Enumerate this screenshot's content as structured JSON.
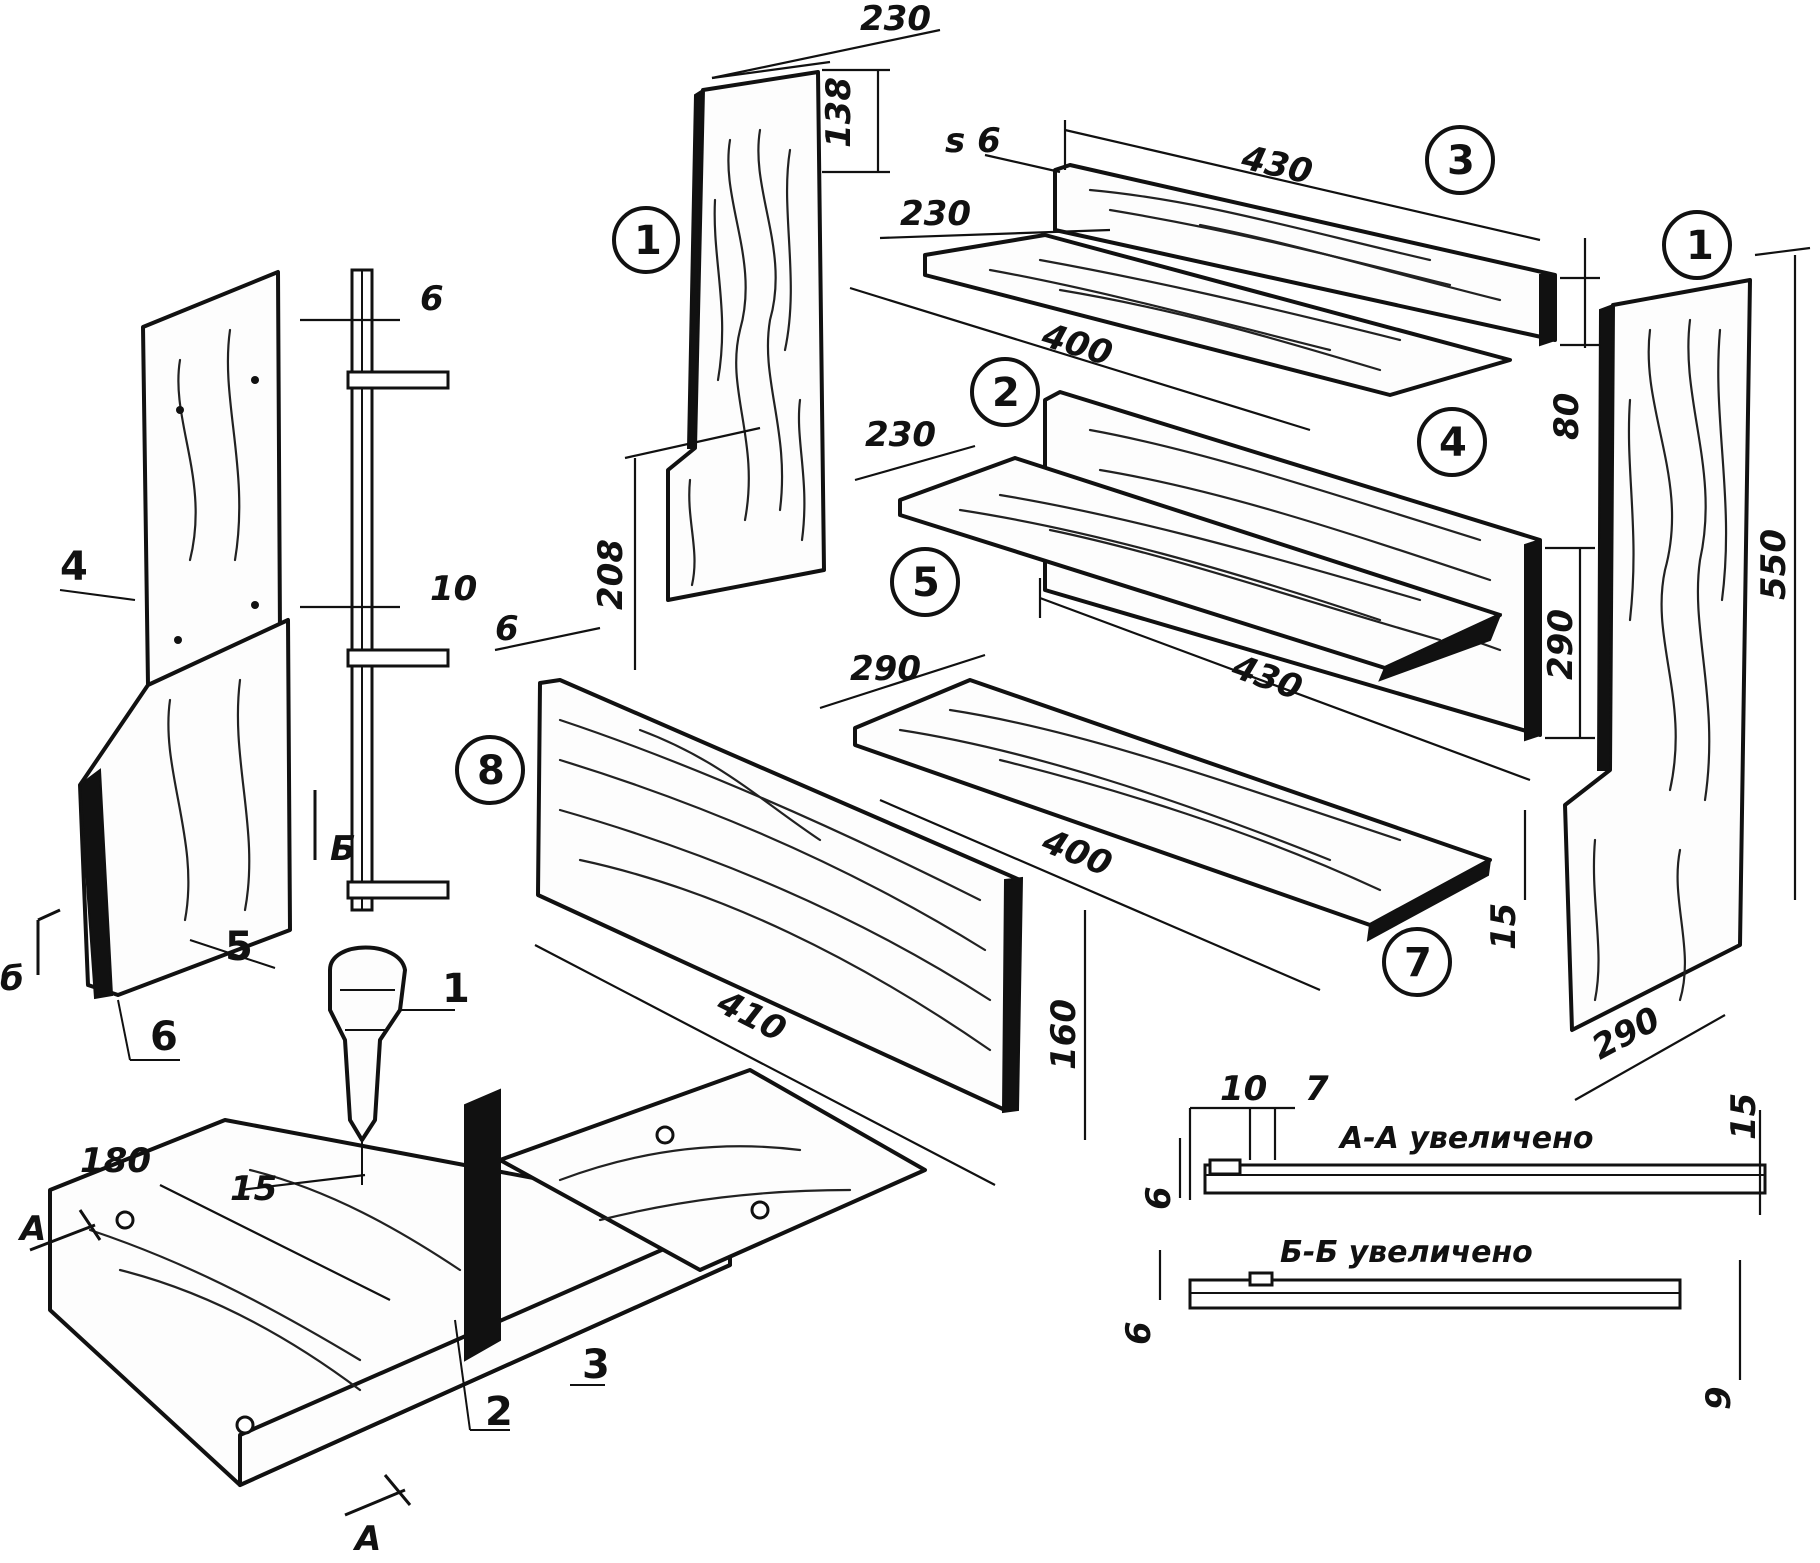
{
  "callouts": {
    "c1_left": "1",
    "c1_right": "1",
    "c2": "2",
    "c3": "3",
    "c4": "4",
    "c5": "5",
    "c7": "7",
    "c8": "8"
  },
  "dimensions": {
    "d230_top": "230",
    "d138": "138",
    "d208": "208",
    "s6": "s 6",
    "d430_top": "430",
    "d230_shelf4": "230",
    "d400_shelf4": "400",
    "d80": "80",
    "d230_shelf2": "230",
    "d430_mid": "430",
    "d290_back": "290",
    "d550": "550",
    "d290_shelf7": "290",
    "d400_shelf7": "400",
    "d15_shelf7": "15",
    "d290_side": "290",
    "d6_front": "6",
    "d410": "410",
    "d160": "160",
    "d6_detail": "6",
    "d10_detail": "10"
  },
  "left_assembly": {
    "label4": "4",
    "label5": "5",
    "label6": "6",
    "section_mark_b_small": "б",
    "section_mark_b": "Б"
  },
  "jig": {
    "tool_label": "1",
    "label2": "2",
    "label3": "3",
    "d180": "180",
    "d15": "15",
    "mark_A_top": "А",
    "mark_A_bottom": "А"
  },
  "sections": {
    "aa_title": "А-А увеличено",
    "aa_d10": "10",
    "aa_d7": "7",
    "aa_d15": "15",
    "aa_d6": "6",
    "bb_title": "Б-Б увеличено",
    "bb_d6": "6",
    "bb_d9": "9"
  }
}
